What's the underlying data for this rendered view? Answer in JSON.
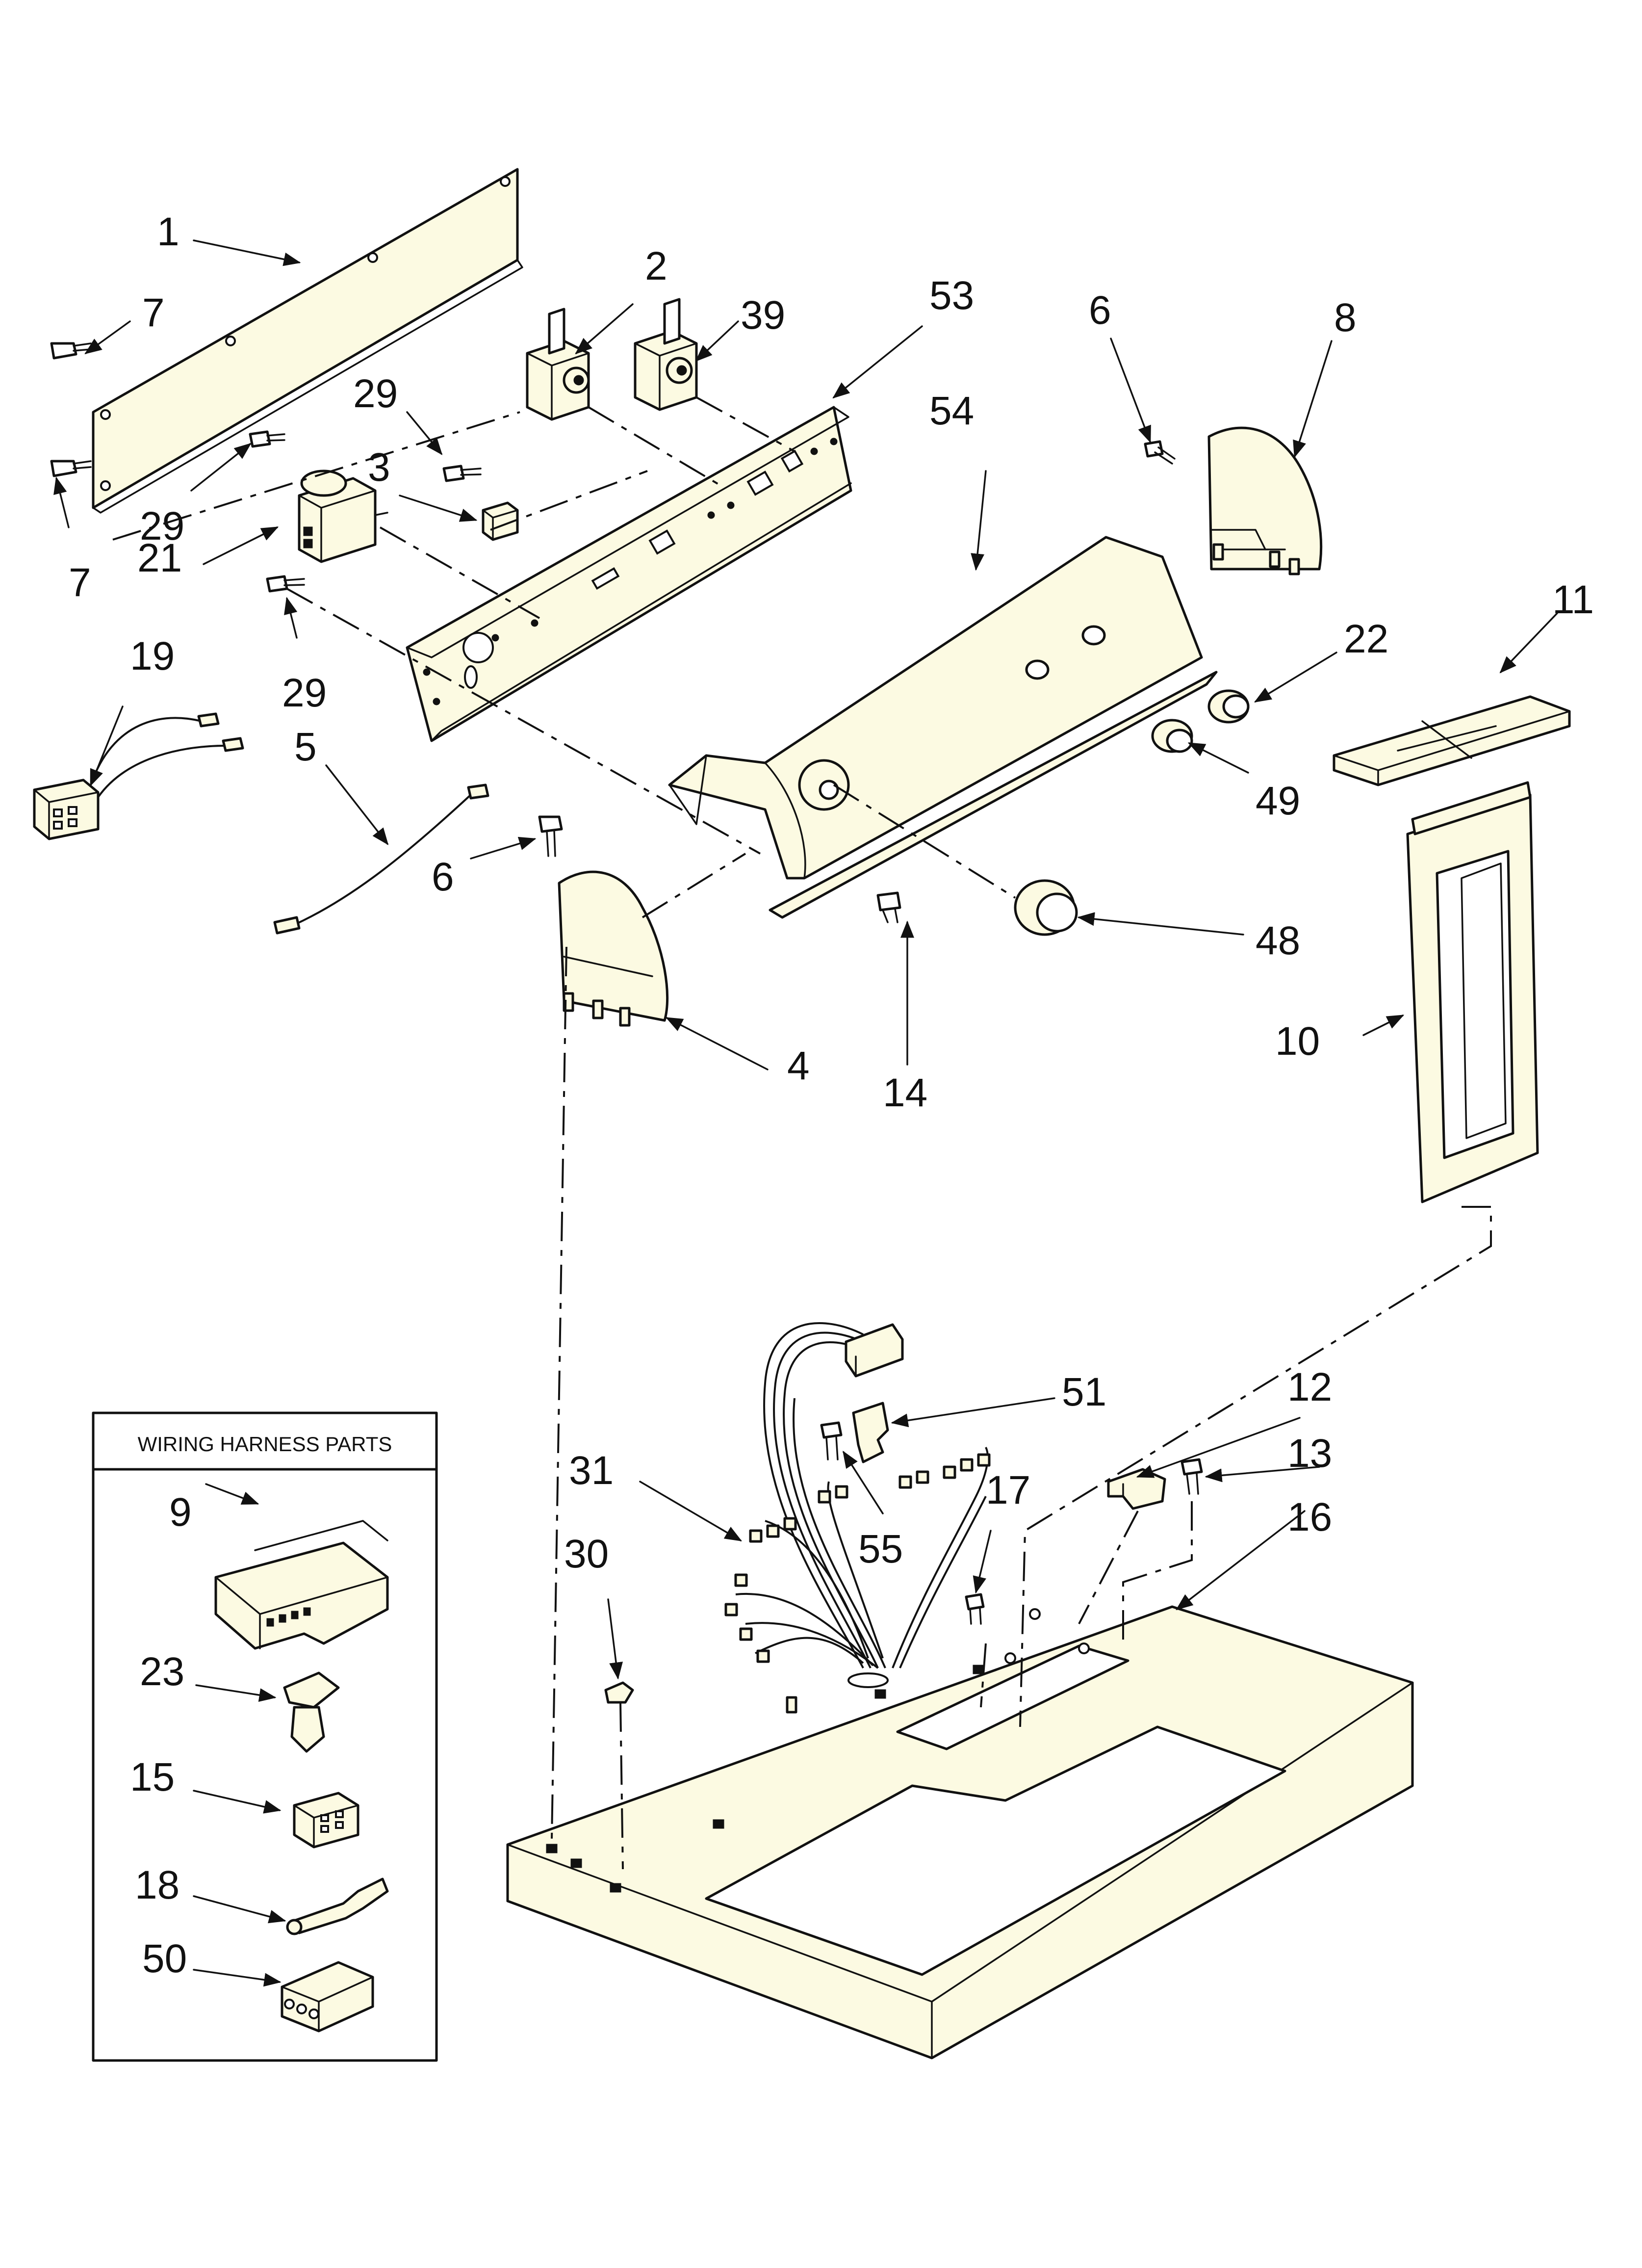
{
  "inset": {
    "title": "WIRING HARNESS PARTS"
  },
  "labels": {
    "p1": "1",
    "p2": "2",
    "p3": "3",
    "p4": "4",
    "p5": "5",
    "p6a": "6",
    "p6b": "6",
    "p7a": "7",
    "p7b": "7",
    "p8": "8",
    "p9": "9",
    "p10": "10",
    "p11": "11",
    "p12": "12",
    "p13": "13",
    "p14": "14",
    "p15": "15",
    "p16": "16",
    "p17": "17",
    "p18": "18",
    "p19": "19",
    "p21": "21",
    "p22": "22",
    "p23": "23",
    "p29a": "29",
    "p29b": "29",
    "p29c": "29",
    "p30": "30",
    "p31": "31",
    "p39": "39",
    "p48": "48",
    "p49": "49",
    "p50": "50",
    "p51": "51",
    "p53": "53",
    "p54": "54",
    "p55": "55"
  },
  "colors": {
    "line": "#111111",
    "part_fill": "#fcfae2",
    "background": "#ffffff"
  }
}
